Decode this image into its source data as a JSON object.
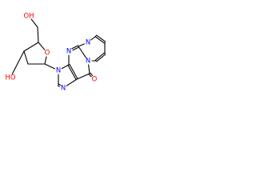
{
  "molecule": {
    "labels": {
      "hydroxymethyl_oh": "OH",
      "ring_oxygen": "O",
      "hydroxyl_oh": "HO",
      "n_pyrimidine_top": "N",
      "n_ring_junction": "N",
      "n_bridge": "N",
      "n_glycosidic": "N",
      "n_imidazole": "N",
      "carbonyl_oxygen": "O"
    },
    "colors": {
      "bond": "#000000",
      "oxygen": "#ff0000",
      "nitrogen": "#0000ff"
    }
  }
}
